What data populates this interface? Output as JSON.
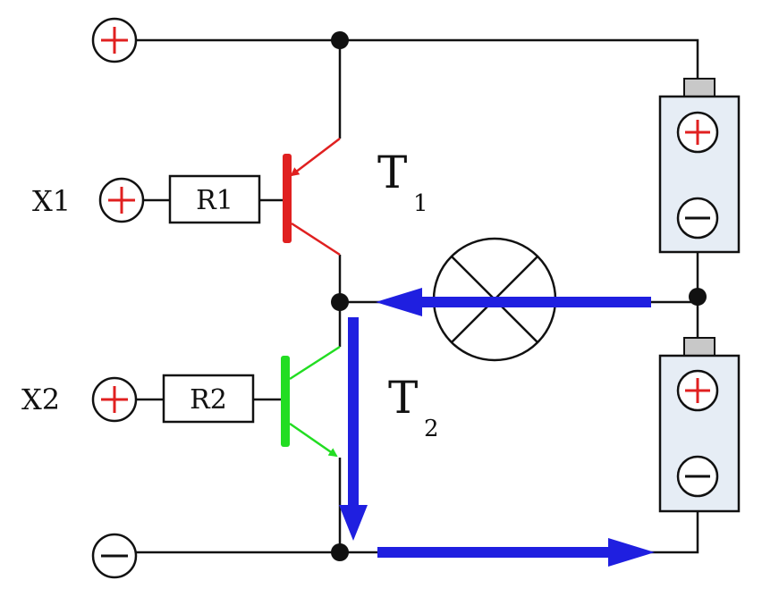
{
  "labels": {
    "x1": "X1",
    "x2": "X2",
    "r1": "R1",
    "r2": "R2",
    "t1_letter": "T",
    "t1_sub": "1",
    "t2_letter": "T",
    "t2_sub": "2"
  },
  "symbols": {
    "plus": "+",
    "minus": "−"
  },
  "icons": {
    "terminal_positive": "plus-terminal-icon",
    "terminal_negative": "minus-terminal-icon",
    "lamp": "lamp-icon",
    "battery": "battery-icon"
  },
  "colors": {
    "wire": "#111111",
    "transistor_t1": "#e02020",
    "transistor_t2": "#22dd22",
    "current_flow": "#1f1fe0",
    "terminal_plus": "#e02020",
    "battery_fill": "#e6edf5",
    "battery_cap": "#c8c8c8"
  }
}
